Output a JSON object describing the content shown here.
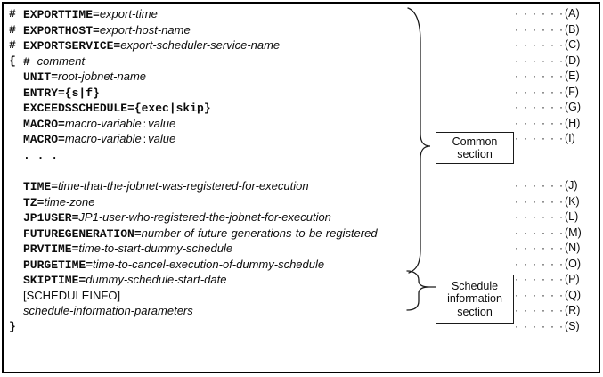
{
  "colors": {
    "background": "#ffffff",
    "border": "#000000",
    "text": "#0c0c0c"
  },
  "listing": {
    "leader_dots": "······",
    "rows": [
      {
        "label": "(A)",
        "prefix": "#",
        "segments": [
          {
            "text": "EXPORTTIME=",
            "style": "mono"
          },
          {
            "text": "export-time",
            "style": "italic"
          }
        ]
      },
      {
        "label": "(B)",
        "prefix": "#",
        "segments": [
          {
            "text": "EXPORTHOST=",
            "style": "mono"
          },
          {
            "text": "export-host-name",
            "style": "italic"
          }
        ]
      },
      {
        "label": "(C)",
        "prefix": "#",
        "segments": [
          {
            "text": "EXPORTSERVICE=",
            "style": "mono"
          },
          {
            "text": "export-scheduler-service-name",
            "style": "italic"
          }
        ]
      },
      {
        "label": "(D)",
        "prefix": "{",
        "segments": [
          {
            "text": "# ",
            "style": "mono"
          },
          {
            "text": "comment",
            "style": "italic"
          }
        ]
      },
      {
        "label": "(E)",
        "prefix": "",
        "segments": [
          {
            "text": "UNIT=",
            "style": "mono"
          },
          {
            "text": "root-jobnet-name",
            "style": "italic"
          }
        ]
      },
      {
        "label": "(F)",
        "prefix": "",
        "segments": [
          {
            "text": "ENTRY={s|f}",
            "style": "mono"
          }
        ]
      },
      {
        "label": "(G)",
        "prefix": "",
        "segments": [
          {
            "text": "EXCEEDSSCHEDULE={exec|skip}",
            "style": "mono"
          }
        ]
      },
      {
        "label": "(H)",
        "prefix": "",
        "segments": [
          {
            "text": "MACRO=",
            "style": "mono"
          },
          {
            "text": "macro-variable",
            "style": "italic"
          },
          {
            "text": ":",
            "style": "colon"
          },
          {
            "text": "value",
            "style": "italic"
          }
        ]
      },
      {
        "label": "(I)",
        "prefix": "",
        "segments": [
          {
            "text": "MACRO=",
            "style": "mono"
          },
          {
            "text": "macro-variable",
            "style": "italic"
          },
          {
            "text": ":",
            "style": "colon"
          },
          {
            "text": "value",
            "style": "italic"
          }
        ]
      },
      {
        "label": "",
        "prefix": "",
        "segments": [
          {
            "text": ". . .",
            "style": "mono"
          }
        ]
      },
      {
        "label": "",
        "prefix": "",
        "segments": []
      },
      {
        "label": "(J)",
        "prefix": "",
        "segments": [
          {
            "text": "TIME=",
            "style": "mono"
          },
          {
            "text": "time-that-the-jobnet-was-registered-for-execution",
            "style": "italic"
          }
        ]
      },
      {
        "label": "(K)",
        "prefix": "",
        "segments": [
          {
            "text": "TZ=",
            "style": "mono"
          },
          {
            "text": "time-zone",
            "style": "italic"
          }
        ]
      },
      {
        "label": "(L)",
        "prefix": "",
        "segments": [
          {
            "text": "JP1USER=",
            "style": "mono"
          },
          {
            "text": "JP1-user-who-registered-the-jobnet-for-execution",
            "style": "italic"
          }
        ]
      },
      {
        "label": "(M)",
        "prefix": "",
        "segments": [
          {
            "text": "FUTUREGENERATION=",
            "style": "mono"
          },
          {
            "text": "number-of-future-generations-to-be-registered",
            "style": "italic"
          }
        ]
      },
      {
        "label": "(N)",
        "prefix": "",
        "segments": [
          {
            "text": "PRVTIME=",
            "style": "mono"
          },
          {
            "text": "time-to-start-dummy-schedule",
            "style": "italic"
          }
        ]
      },
      {
        "label": "(O)",
        "prefix": "",
        "segments": [
          {
            "text": "PURGETIME=",
            "style": "mono"
          },
          {
            "text": "time-to-cancel-execution-of-dummy-schedule",
            "style": "italic"
          }
        ]
      },
      {
        "label": "(P)",
        "prefix": "",
        "segments": [
          {
            "text": "SKIPTIME=",
            "style": "mono"
          },
          {
            "text": "dummy-schedule-start-date",
            "style": "italic"
          }
        ]
      },
      {
        "label": "(Q)",
        "prefix": "",
        "segments": [
          {
            "text": "[SCHEDULEINFO]",
            "style": "plain"
          }
        ]
      },
      {
        "label": "(R)",
        "prefix": "",
        "segments": [
          {
            "text": "schedule-information-parameters",
            "style": "italic"
          }
        ]
      },
      {
        "label": "(S)",
        "prefix": "}",
        "segments": []
      }
    ]
  },
  "annotations": {
    "common_section": {
      "label": "Common section"
    },
    "schedule_section": {
      "label": "Schedule information section"
    }
  }
}
